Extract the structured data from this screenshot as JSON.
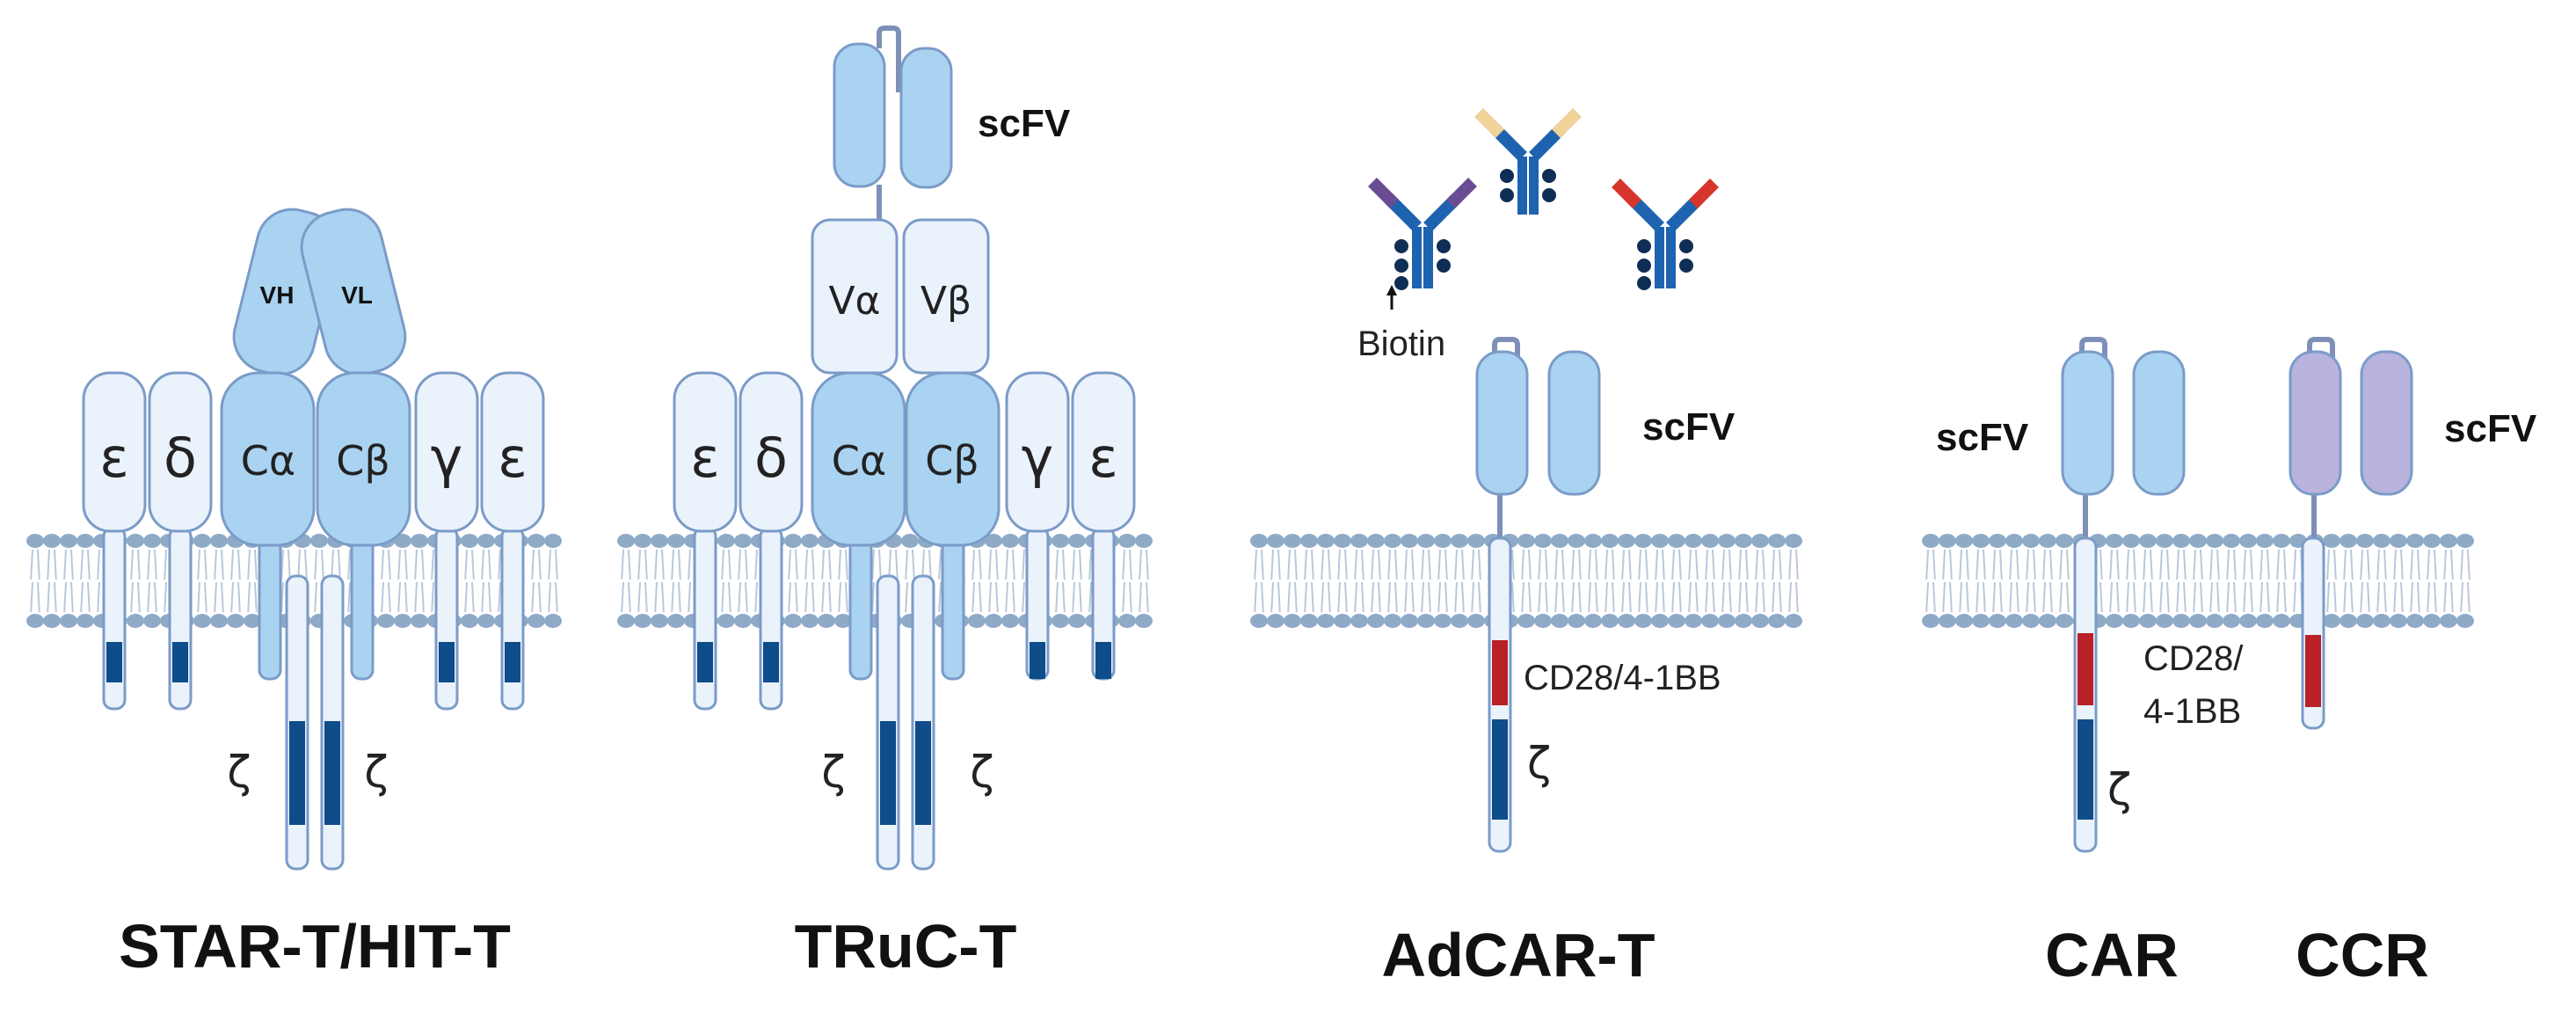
{
  "colors": {
    "domain_light": "#eaf2fb",
    "domain_mid": "#a9d3f0",
    "domain_blue": "#8ec5ea",
    "outline": "#7b9bc8",
    "linker": "#7f90b8",
    "ccr_purple": "#b9b3dd",
    "signal_dark": "#0f4c8a",
    "costim_red": "#b82125",
    "membrane_head": "#8faac6"
  },
  "panels": {
    "star_t": {
      "title": "STAR-T/HIT-T",
      "chains": {
        "eps1": "ε",
        "delta": "δ",
        "calpha": "Cα",
        "cbeta": "Cβ",
        "gamma": "γ",
        "eps2": "ε"
      },
      "vh": "VH",
      "vl": "VL",
      "zeta_left": "ζ",
      "zeta_right": "ζ"
    },
    "truc_t": {
      "title": "TRuC-T",
      "scfv": "scFV",
      "chains": {
        "eps1": "ε",
        "delta": "δ",
        "calpha": "Cα",
        "cbeta": "Cβ",
        "gamma": "γ",
        "eps2": "ε"
      },
      "valpha": "Vα",
      "vbeta": "Vβ",
      "zeta_left": "ζ",
      "zeta_right": "ζ"
    },
    "adcar_t": {
      "title": "AdCAR-T",
      "biotin": "Biotin",
      "scfv": "scFV",
      "costim": "CD28/4-1BB",
      "zeta": "ζ"
    },
    "car": {
      "title": "CAR",
      "scfv": "scFV",
      "costim_line1": "CD28/",
      "costim_line2": "4-1BB",
      "zeta": "ζ"
    },
    "ccr": {
      "title": "CCR",
      "scfv": "scFV"
    }
  }
}
